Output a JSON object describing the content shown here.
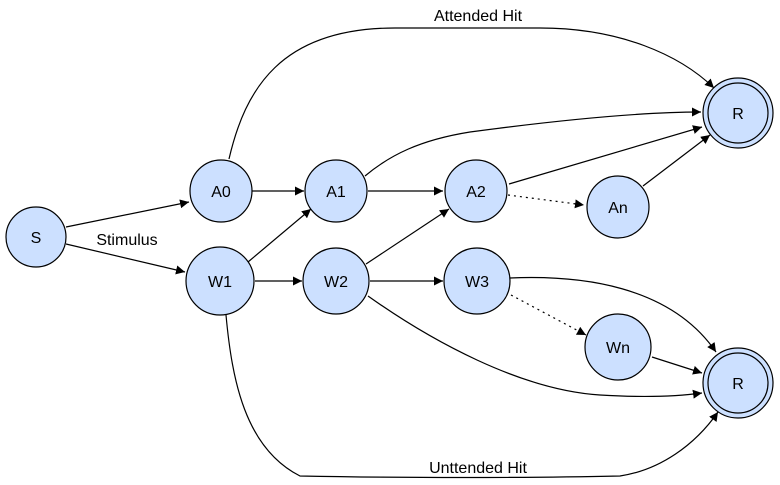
{
  "nodes": {
    "S": "S",
    "A0": "A0",
    "A1": "A1",
    "A2": "A2",
    "An": "An",
    "W1": "W1",
    "W2": "W2",
    "W3": "W3",
    "Wn": "Wn",
    "R_top": "R",
    "R_bottom": "R"
  },
  "edge_labels": {
    "stimulus": "Stimulus",
    "attended_hit": "Attended Hit",
    "unattended_hit": "Unttended Hit"
  },
  "colors": {
    "node_fill": "#cce0ff",
    "stroke": "#000000"
  }
}
